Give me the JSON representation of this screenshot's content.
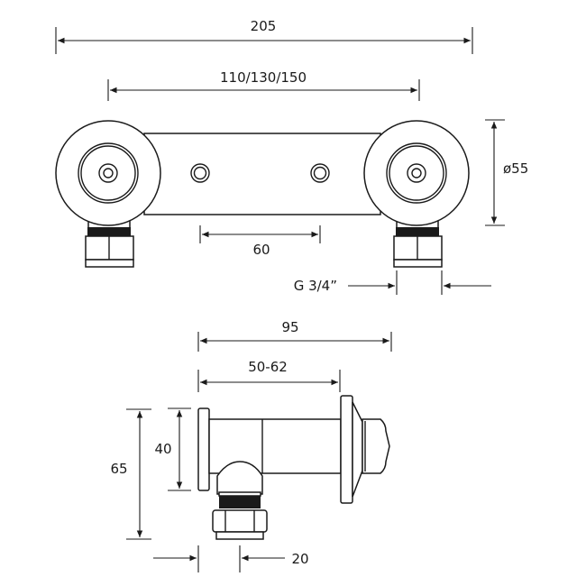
{
  "front_view": {
    "overall_width": "205",
    "centres": "110/130/150",
    "hole_spacing": "60",
    "diameter": "ø55",
    "thread": "G 3/4”"
  },
  "side_view": {
    "depth": "95",
    "wall_range": "50-62",
    "plate_height": "40",
    "overall_height": "65",
    "outlet_offset": "20"
  }
}
